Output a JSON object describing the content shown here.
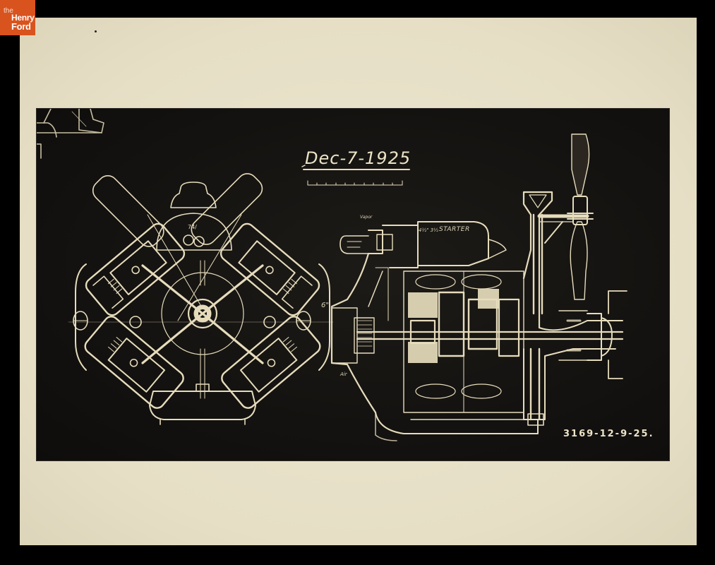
{
  "watermark": {
    "line1": "the",
    "line2": "Henry",
    "line3": "Ford",
    "bg_color": "#d9531e"
  },
  "photograph": {
    "paper_color": "#e9e3cc",
    "print_color": "#151310",
    "line_color": "#e6dcbc"
  },
  "drawing": {
    "date": "Dec-7-1925",
    "drawing_number": "3169-12-9-25.",
    "scale_bar_ticks": 10,
    "views": [
      {
        "name": "front-view",
        "description": "X-type engine front cross-section with four cylinders and fan"
      },
      {
        "name": "side-view",
        "description": "Side longitudinal section with starter, crankshaft and fan"
      }
    ],
    "annotations": {
      "starter": "STARTER",
      "starter_size": "4½\" 3½",
      "cylinder_label": "74/",
      "air_label": "Air",
      "six_label": "6\"",
      "vapor_label": "Vapor"
    }
  }
}
